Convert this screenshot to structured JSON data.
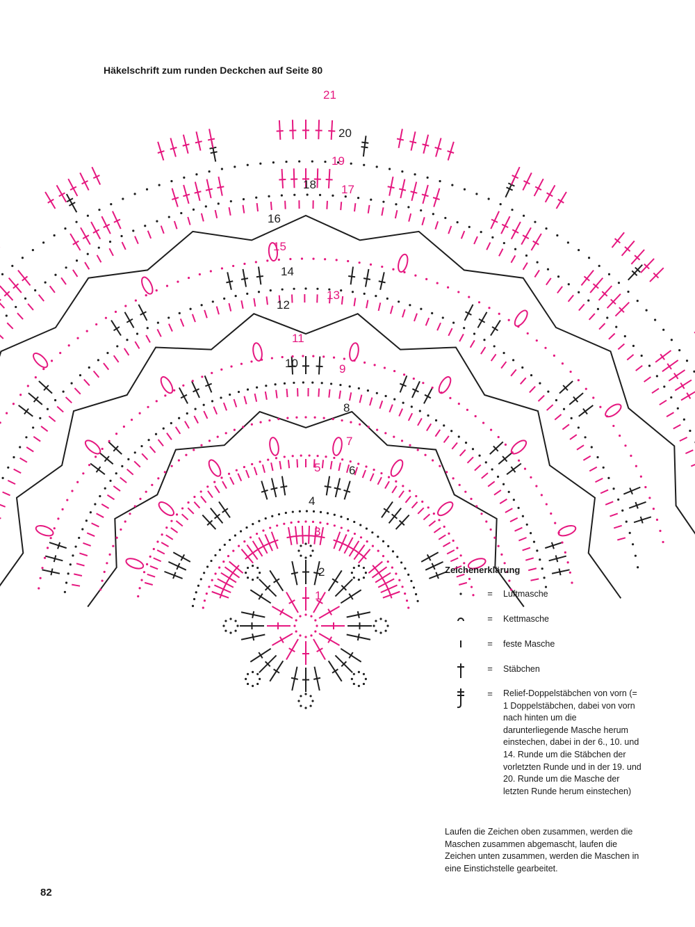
{
  "title": "Häkelschrift zum runden Deckchen auf Seite 80",
  "page_number": "82",
  "colors": {
    "pink": "#e5177f",
    "black": "#1e1e1e"
  },
  "round_labels": [
    {
      "text": "1",
      "color": "pink"
    },
    {
      "text": "2",
      "color": "black"
    },
    {
      "text": "3",
      "color": "pink"
    },
    {
      "text": "4",
      "color": "black"
    },
    {
      "text": "5",
      "color": "pink"
    },
    {
      "text": "6",
      "color": "black"
    },
    {
      "text": "7",
      "color": "pink"
    },
    {
      "text": "8",
      "color": "black"
    },
    {
      "text": "9",
      "color": "pink"
    },
    {
      "text": "10",
      "color": "black"
    },
    {
      "text": "11",
      "color": "pink"
    },
    {
      "text": "12",
      "color": "black"
    },
    {
      "text": "13",
      "color": "pink"
    },
    {
      "text": "14",
      "color": "black"
    },
    {
      "text": "15",
      "color": "pink"
    },
    {
      "text": "16",
      "color": "black"
    },
    {
      "text": "17",
      "color": "pink"
    },
    {
      "text": "18",
      "color": "black"
    },
    {
      "text": "19",
      "color": "pink"
    },
    {
      "text": "20",
      "color": "black"
    },
    {
      "text": "21",
      "color": "pink"
    }
  ],
  "legend": {
    "title": "Zeichenerklärung",
    "equals": "=",
    "items": [
      {
        "symbol": "chain-stitch-icon",
        "text": "Luftmasche"
      },
      {
        "symbol": "slip-stitch-icon",
        "text": "Kettmasche"
      },
      {
        "symbol": "single-crochet-icon",
        "text": "feste Masche"
      },
      {
        "symbol": "double-crochet-icon",
        "text": "Stäbchen"
      },
      {
        "symbol": "front-post-treble-icon",
        "text": "Relief-Doppelstäbchen von vorn (= 1 Doppelstäbchen, dabei von vorn nach hinten um die darunterliegende Masche herum einstechen, dabei in der 6., 10. und 14. Runde um die Stäbchen der vorletzten Runde und in der 19. und 20. Runde um die Masche der letzten Runde herum einstechen)"
      }
    ]
  },
  "note": "Laufen die Zeichen oben zusammen, werden die Maschen zusammen abgemascht, laufen die Zeichen unten zusammen, werden die Maschen in eine Einstichstelle gearbeitet."
}
